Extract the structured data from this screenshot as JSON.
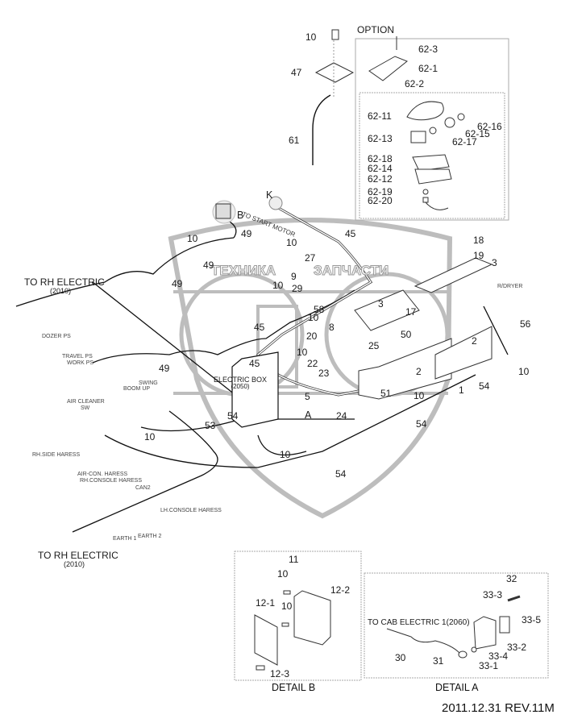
{
  "diagram": {
    "revision": "2011.12.31  REV.11M",
    "option_box": {
      "title": "OPTION",
      "upper_parts": [
        "62-3",
        "62-1",
        "62-2"
      ],
      "inner_parts": [
        "62-11",
        "62-13",
        "62-16",
        "62-15",
        "62-17",
        "62-18",
        "62-14",
        "62-12",
        "62-19",
        "62-20"
      ]
    },
    "top_parts": {
      "p10": "10",
      "p47": "47",
      "p61": "61"
    },
    "callouts": {
      "K": "K",
      "B": "B",
      "A": "A",
      "to_start_motor": "TO START MOTOR"
    },
    "connections": {
      "to_rh_electric_top": "TO RH ELECTRIC",
      "to_rh_electric_top_code": "(2010)",
      "to_rh_electric_bottom": "TO RH ELECTRIC",
      "to_rh_electric_bottom_code": "(2010)",
      "electric_box": "ELECTRIC BOX",
      "electric_box_code": "(2050)",
      "r_dryer": "R/DRYER"
    },
    "harness_labels": {
      "dozer_ps": "DOZER PS",
      "travel_ps": "TRAVEL PS",
      "work_ps": "WORK PS",
      "swing": "SWING",
      "boom_up": "BOOM UP",
      "air_cleaner": "AIR CLEANER",
      "air_cleaner_sw": "SW",
      "rh_side_harness": "RH.SIDE HARESS",
      "air_con_harness": "AIR-CON. HARESS",
      "rh_console_harness": "RH.CONSOLE HARESS",
      "can2": "CAN2",
      "lh_console_harness": "LH.CONSOLE HARESS",
      "earth1": "EARTH 1",
      "earth2": "EARTH 2"
    },
    "main_parts": {
      "p10a": "10",
      "p49a": "49",
      "p49b": "49",
      "p49c": "49",
      "p49d": "49",
      "p10b": "10",
      "p45a": "45",
      "p27": "27",
      "p9": "9",
      "p10c": "10",
      "p29": "29",
      "p58": "58",
      "p3a": "3",
      "p17": "17",
      "p45b": "45",
      "p10d": "10",
      "p8": "8",
      "p20": "20",
      "p50": "50",
      "p25": "25",
      "p10e": "10",
      "p45c": "45",
      "p22": "22",
      "p23": "23",
      "p5": "5",
      "p51": "51",
      "p10f": "10",
      "p1": "1",
      "p54a": "54",
      "p2a": "2",
      "p2b": "2",
      "p18": "18",
      "p19": "19",
      "p3b": "3",
      "p56": "56",
      "p10g": "10",
      "p54b": "54",
      "p24": "24",
      "p54c": "54",
      "p54d": "54",
      "p10h": "10",
      "p53": "53",
      "p10i": "10"
    },
    "watermark": {
      "left_word": "ТЕХНИКА",
      "right_word": "ЗАПЧАСТИ"
    },
    "detail_b": {
      "title": "DETAIL B",
      "parts": [
        "11",
        "10",
        "12-2",
        "12-1",
        "10",
        "12-3"
      ]
    },
    "detail_a": {
      "title": "DETAIL A",
      "to_cab": "TO CAB ELECTRIC 1(2060)",
      "parts": [
        "32",
        "33-3",
        "33-5",
        "33-2",
        "33-4",
        "33-1",
        "30",
        "31"
      ]
    }
  }
}
